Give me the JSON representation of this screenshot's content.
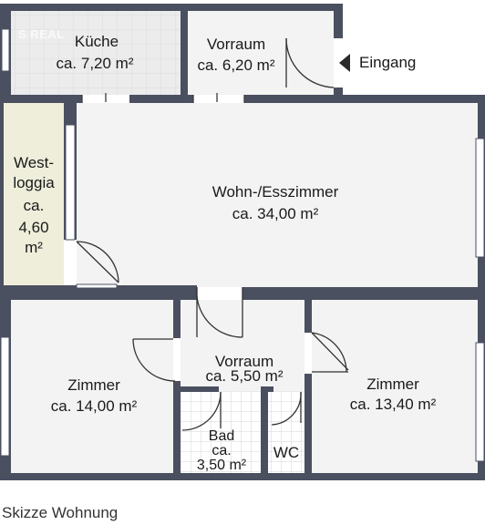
{
  "rooms": {
    "kueche": {
      "name": "Küche",
      "area": "ca. 7,20 m²"
    },
    "vorraum_top": {
      "name": "Vorraum",
      "area": "ca. 6,20 m²"
    },
    "westloggia": {
      "lines": [
        "West-",
        "loggia",
        "ca.",
        "4,60",
        "m²"
      ]
    },
    "wohn": {
      "name": "Wohn-/Esszimmer",
      "area": "ca. 34,00 m²"
    },
    "zimmer_left": {
      "name": "Zimmer",
      "area": "ca. 14,00 m²"
    },
    "vorraum_mid": {
      "name": "Vorraum",
      "area": "ca. 5,50 m²"
    },
    "zimmer_right": {
      "name": "Zimmer",
      "area": "ca. 13,40 m²"
    },
    "bad": {
      "lines": [
        "Bad",
        "ca.",
        "3,50 m²"
      ]
    },
    "wc": {
      "name": "WC"
    }
  },
  "entrance_label": "Eingang",
  "caption": "Skizze Wohnung",
  "logo_text": "S REAL",
  "colors": {
    "wall": "#4a5060",
    "floor": "#f2f2f2",
    "tile": "#ffffff",
    "tile_grid": "#d8d8d8",
    "loggia": "#efefdc",
    "window": "#ffffff",
    "door_line": "#3a3a3a",
    "kitchen_tile": "#e8e8e8"
  }
}
